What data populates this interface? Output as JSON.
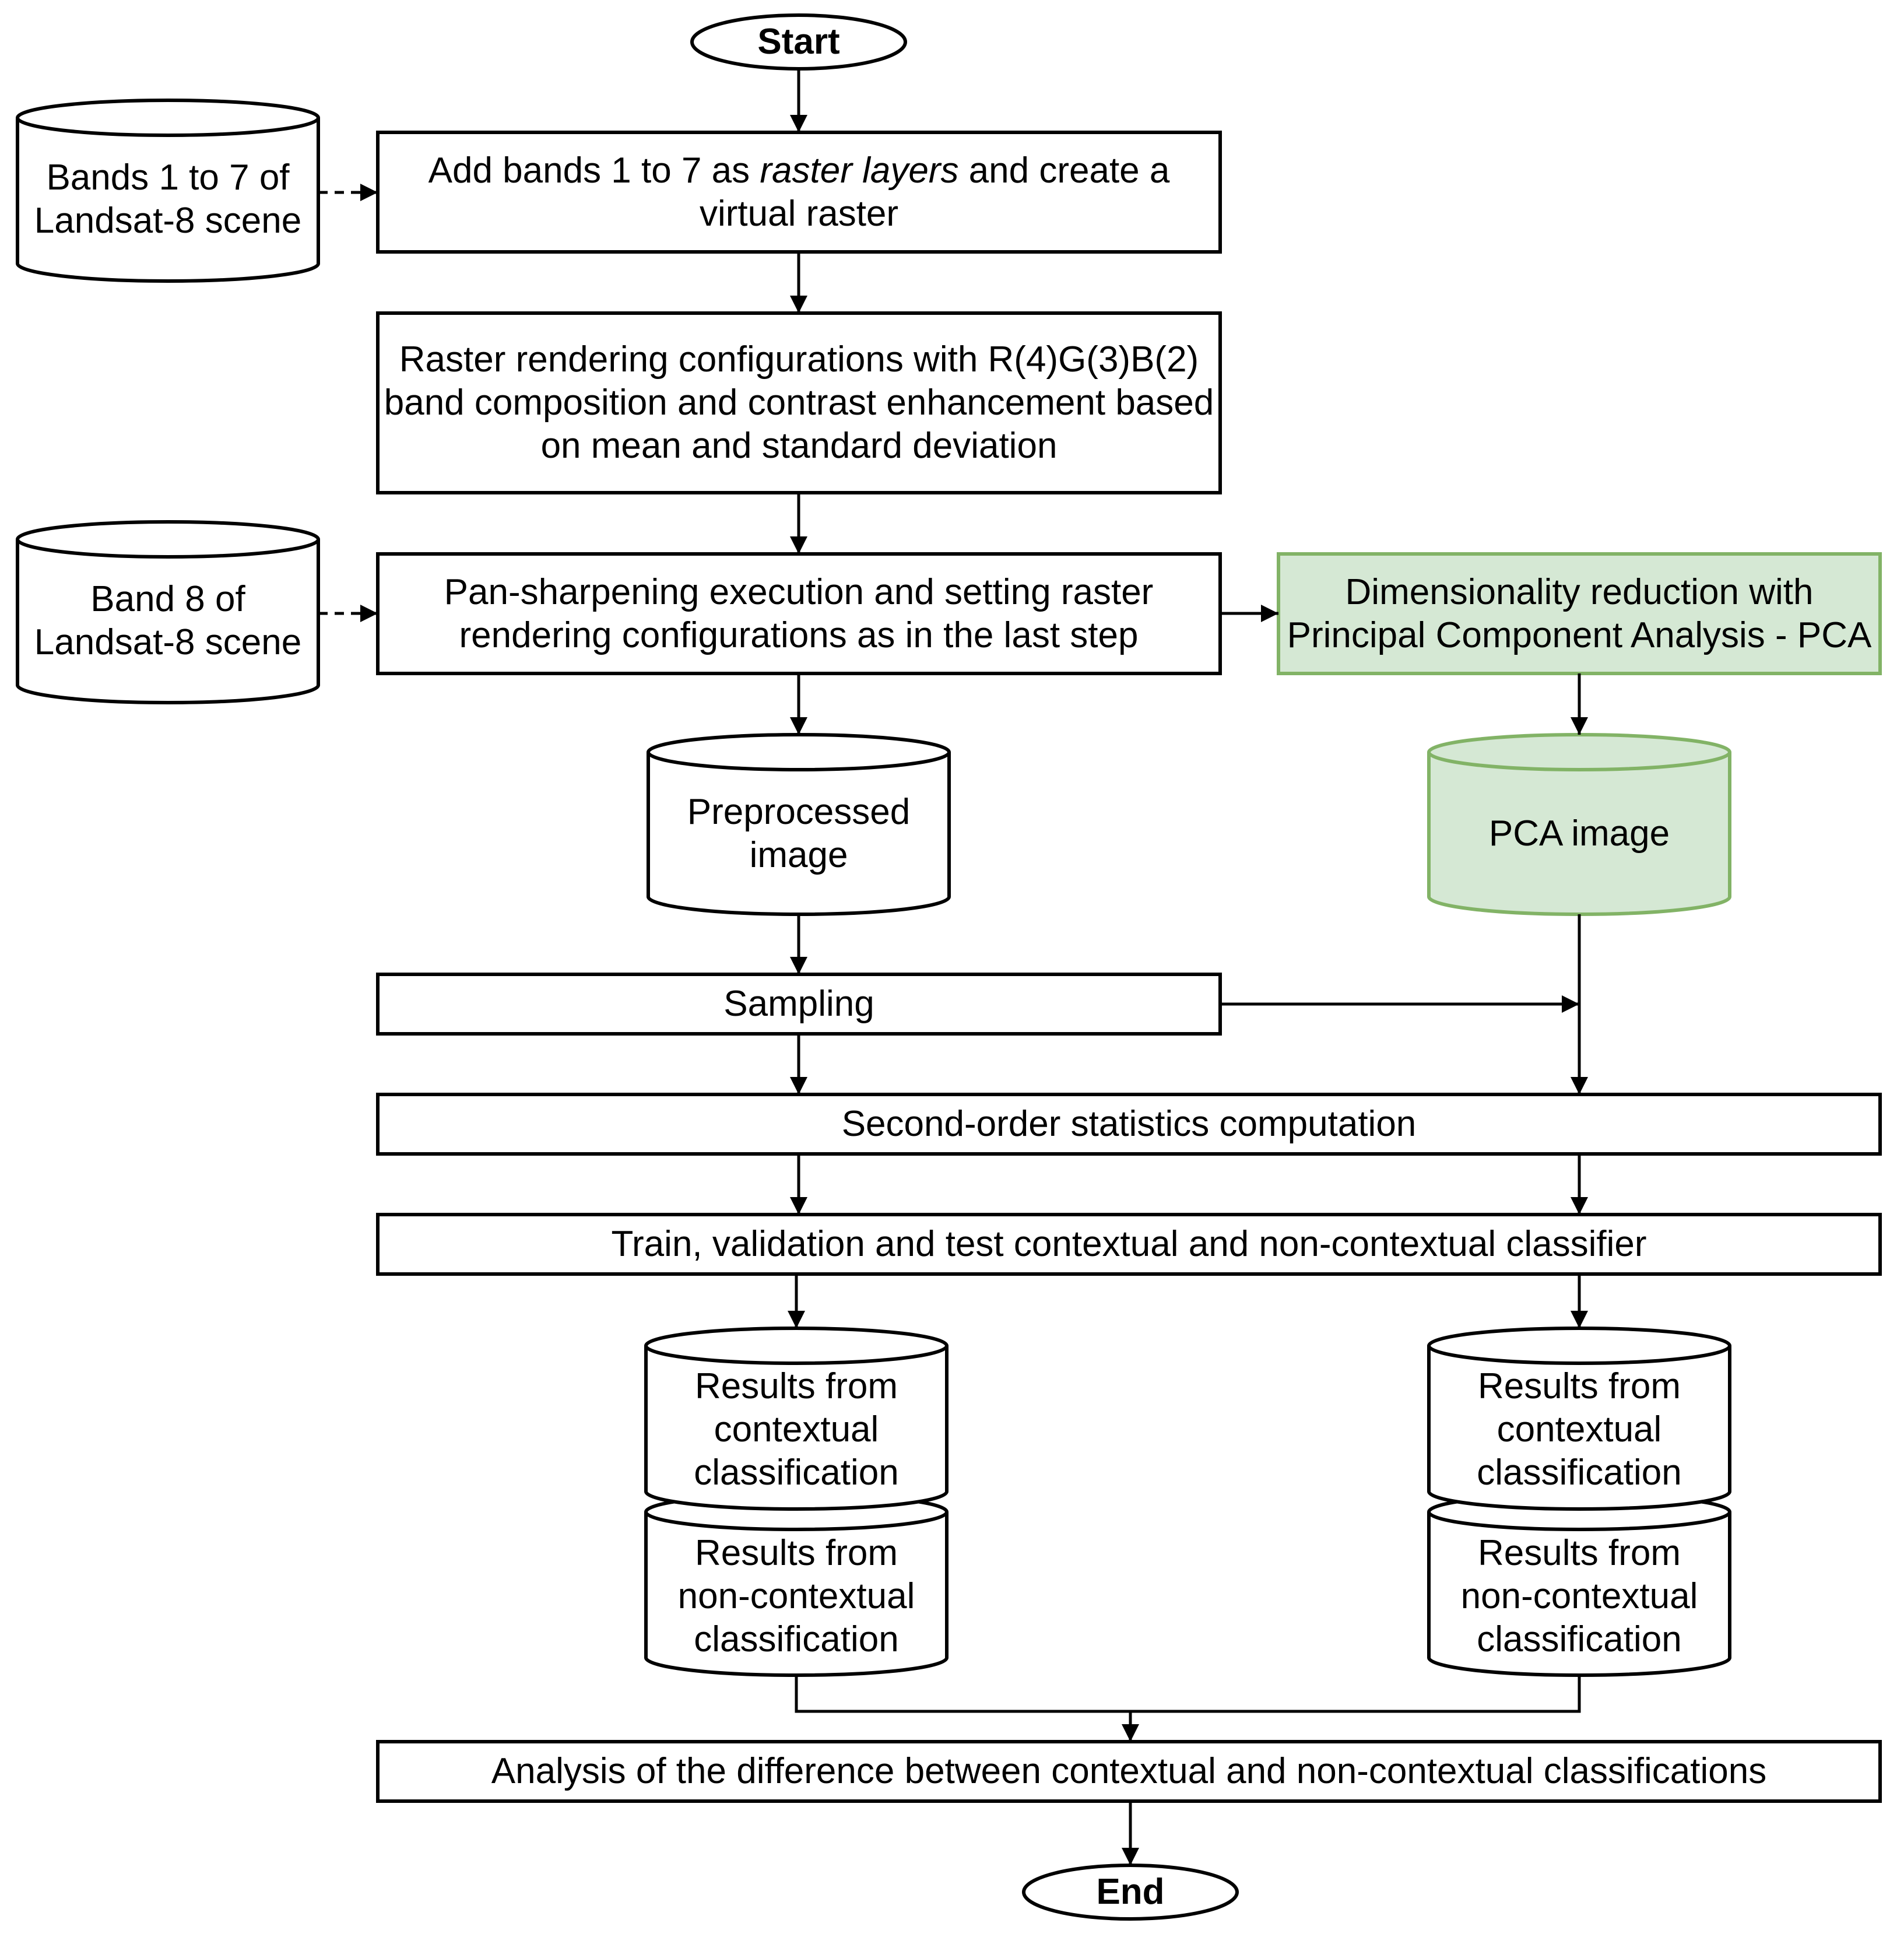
{
  "colors": {
    "stroke": "#000000",
    "pca_fill": "#d5e8d4",
    "pca_stroke": "#82b366"
  },
  "terminals": {
    "start": "Start",
    "end": "End"
  },
  "inputs": {
    "bands_1_7": [
      "Bands 1 to 7 of",
      "Landsat-8 scene"
    ],
    "band_8": [
      "Band 8 of",
      "Landsat-8 scene"
    ]
  },
  "steps": {
    "add_bands": {
      "before": "Add bands 1 to 7 as ",
      "emphasis": "raster layers",
      "after": " and create a virtual raster"
    },
    "rendering": "Raster rendering configurations with R(4)G(3)B(2) band composition and contrast enhancement based on mean and standard deviation",
    "pansharpening": "Pan-sharpening execution and setting raster rendering configurations as in the last step",
    "pca": "Dimensionality reduction with Principal Component Analysis - PCA",
    "sampling": "Sampling",
    "second_order": "Second-order statistics computation",
    "train": "Train, validation and test contextual and non-contextual classifier",
    "analysis": "Analysis of the difference between contextual and non-contextual classifications"
  },
  "datastores": {
    "preprocessed": [
      "Preprocessed",
      "image"
    ],
    "pca_image": "PCA image",
    "left_contextual": [
      "Results from",
      "contextual",
      "classification"
    ],
    "left_noncontextual": [
      "Results from",
      "non-contextual",
      "classification"
    ],
    "right_contextual": [
      "Results from",
      "contextual",
      "classification"
    ],
    "right_noncontextual": [
      "Results from",
      "non-contextual",
      "classification"
    ]
  }
}
